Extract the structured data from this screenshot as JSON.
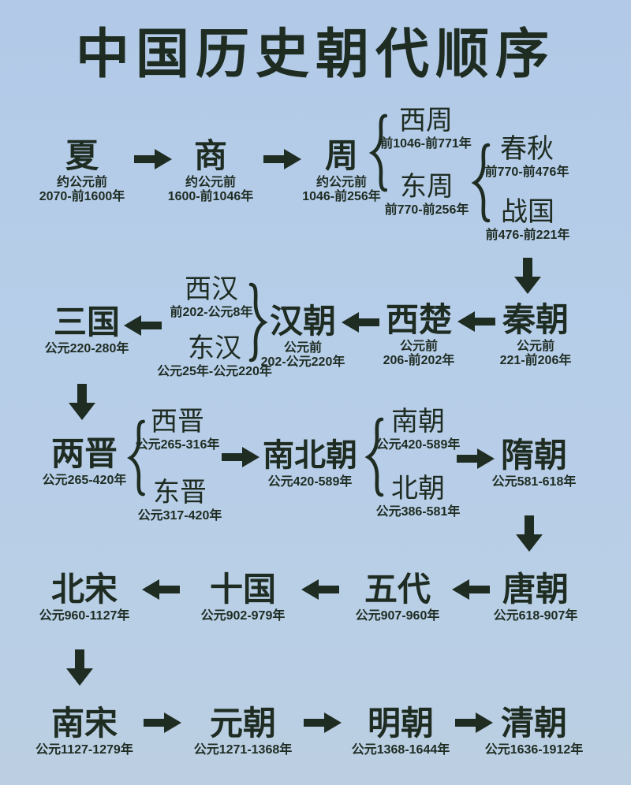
{
  "title": "中国历史朝代顺序",
  "colors": {
    "background": "#b7cee9",
    "ink": "#1e2c22"
  },
  "icons": {
    "arrow_right": "solid right block arrow",
    "arrow_left": "solid left block arrow",
    "arrow_down": "solid down block arrow",
    "brace_left": "{",
    "brace_right": "}"
  },
  "nodes": {
    "xia": {
      "name": "夏",
      "date1": "约公元前",
      "date2": "2070-前1600年"
    },
    "shang": {
      "name": "商",
      "date1": "约公元前",
      "date2": "1600-前1046年"
    },
    "zhou": {
      "name": "周",
      "date1": "约公元前",
      "date2": "1046-前256年"
    },
    "xizhou": {
      "name": "西周",
      "date": "前1046-前771年"
    },
    "dongzhou": {
      "name": "东周",
      "date": "前770-前256年"
    },
    "chunqiu": {
      "name": "春秋",
      "date": "前770-前476年"
    },
    "zhanguo": {
      "name": "战国",
      "date": "前476-前221年"
    },
    "qin": {
      "name": "秦朝",
      "date1": "公元前",
      "date2": "221-前206年"
    },
    "xichu": {
      "name": "西楚",
      "date1": "公元前",
      "date2": "206-前202年"
    },
    "han": {
      "name": "汉朝",
      "date1": "公元前",
      "date2": "202-公元220年"
    },
    "xihan": {
      "name": "西汉",
      "date": "前202-公元8年"
    },
    "donghan": {
      "name": "东汉",
      "date": "公元25年-公元220年"
    },
    "sanguo": {
      "name": "三国",
      "date": "公元220-280年"
    },
    "liangjin": {
      "name": "两晋",
      "date": "公元265-420年"
    },
    "xijin": {
      "name": "西晋",
      "date": "公元265-316年"
    },
    "dongjin": {
      "name": "东晋",
      "date": "公元317-420年"
    },
    "nanbeichao": {
      "name": "南北朝",
      "date": "公元420-589年"
    },
    "nanchao": {
      "name": "南朝",
      "date": "公元420-589年"
    },
    "beichao": {
      "name": "北朝",
      "date": "公元386-581年"
    },
    "sui": {
      "name": "隋朝",
      "date": "公元581-618年"
    },
    "tang": {
      "name": "唐朝",
      "date": "公元618-907年"
    },
    "wudai": {
      "name": "五代",
      "date": "公元907-960年"
    },
    "shiguo": {
      "name": "十国",
      "date": "公元902-979年"
    },
    "beisong": {
      "name": "北宋",
      "date": "公元960-1127年"
    },
    "nansong": {
      "name": "南宋",
      "date": "公元1127-1279年"
    },
    "yuan": {
      "name": "元朝",
      "date": "公元1271-1368年"
    },
    "ming": {
      "name": "明朝",
      "date": "公元1368-1644年"
    },
    "qing": {
      "name": "清朝",
      "date": "公元1636-1912年"
    }
  }
}
